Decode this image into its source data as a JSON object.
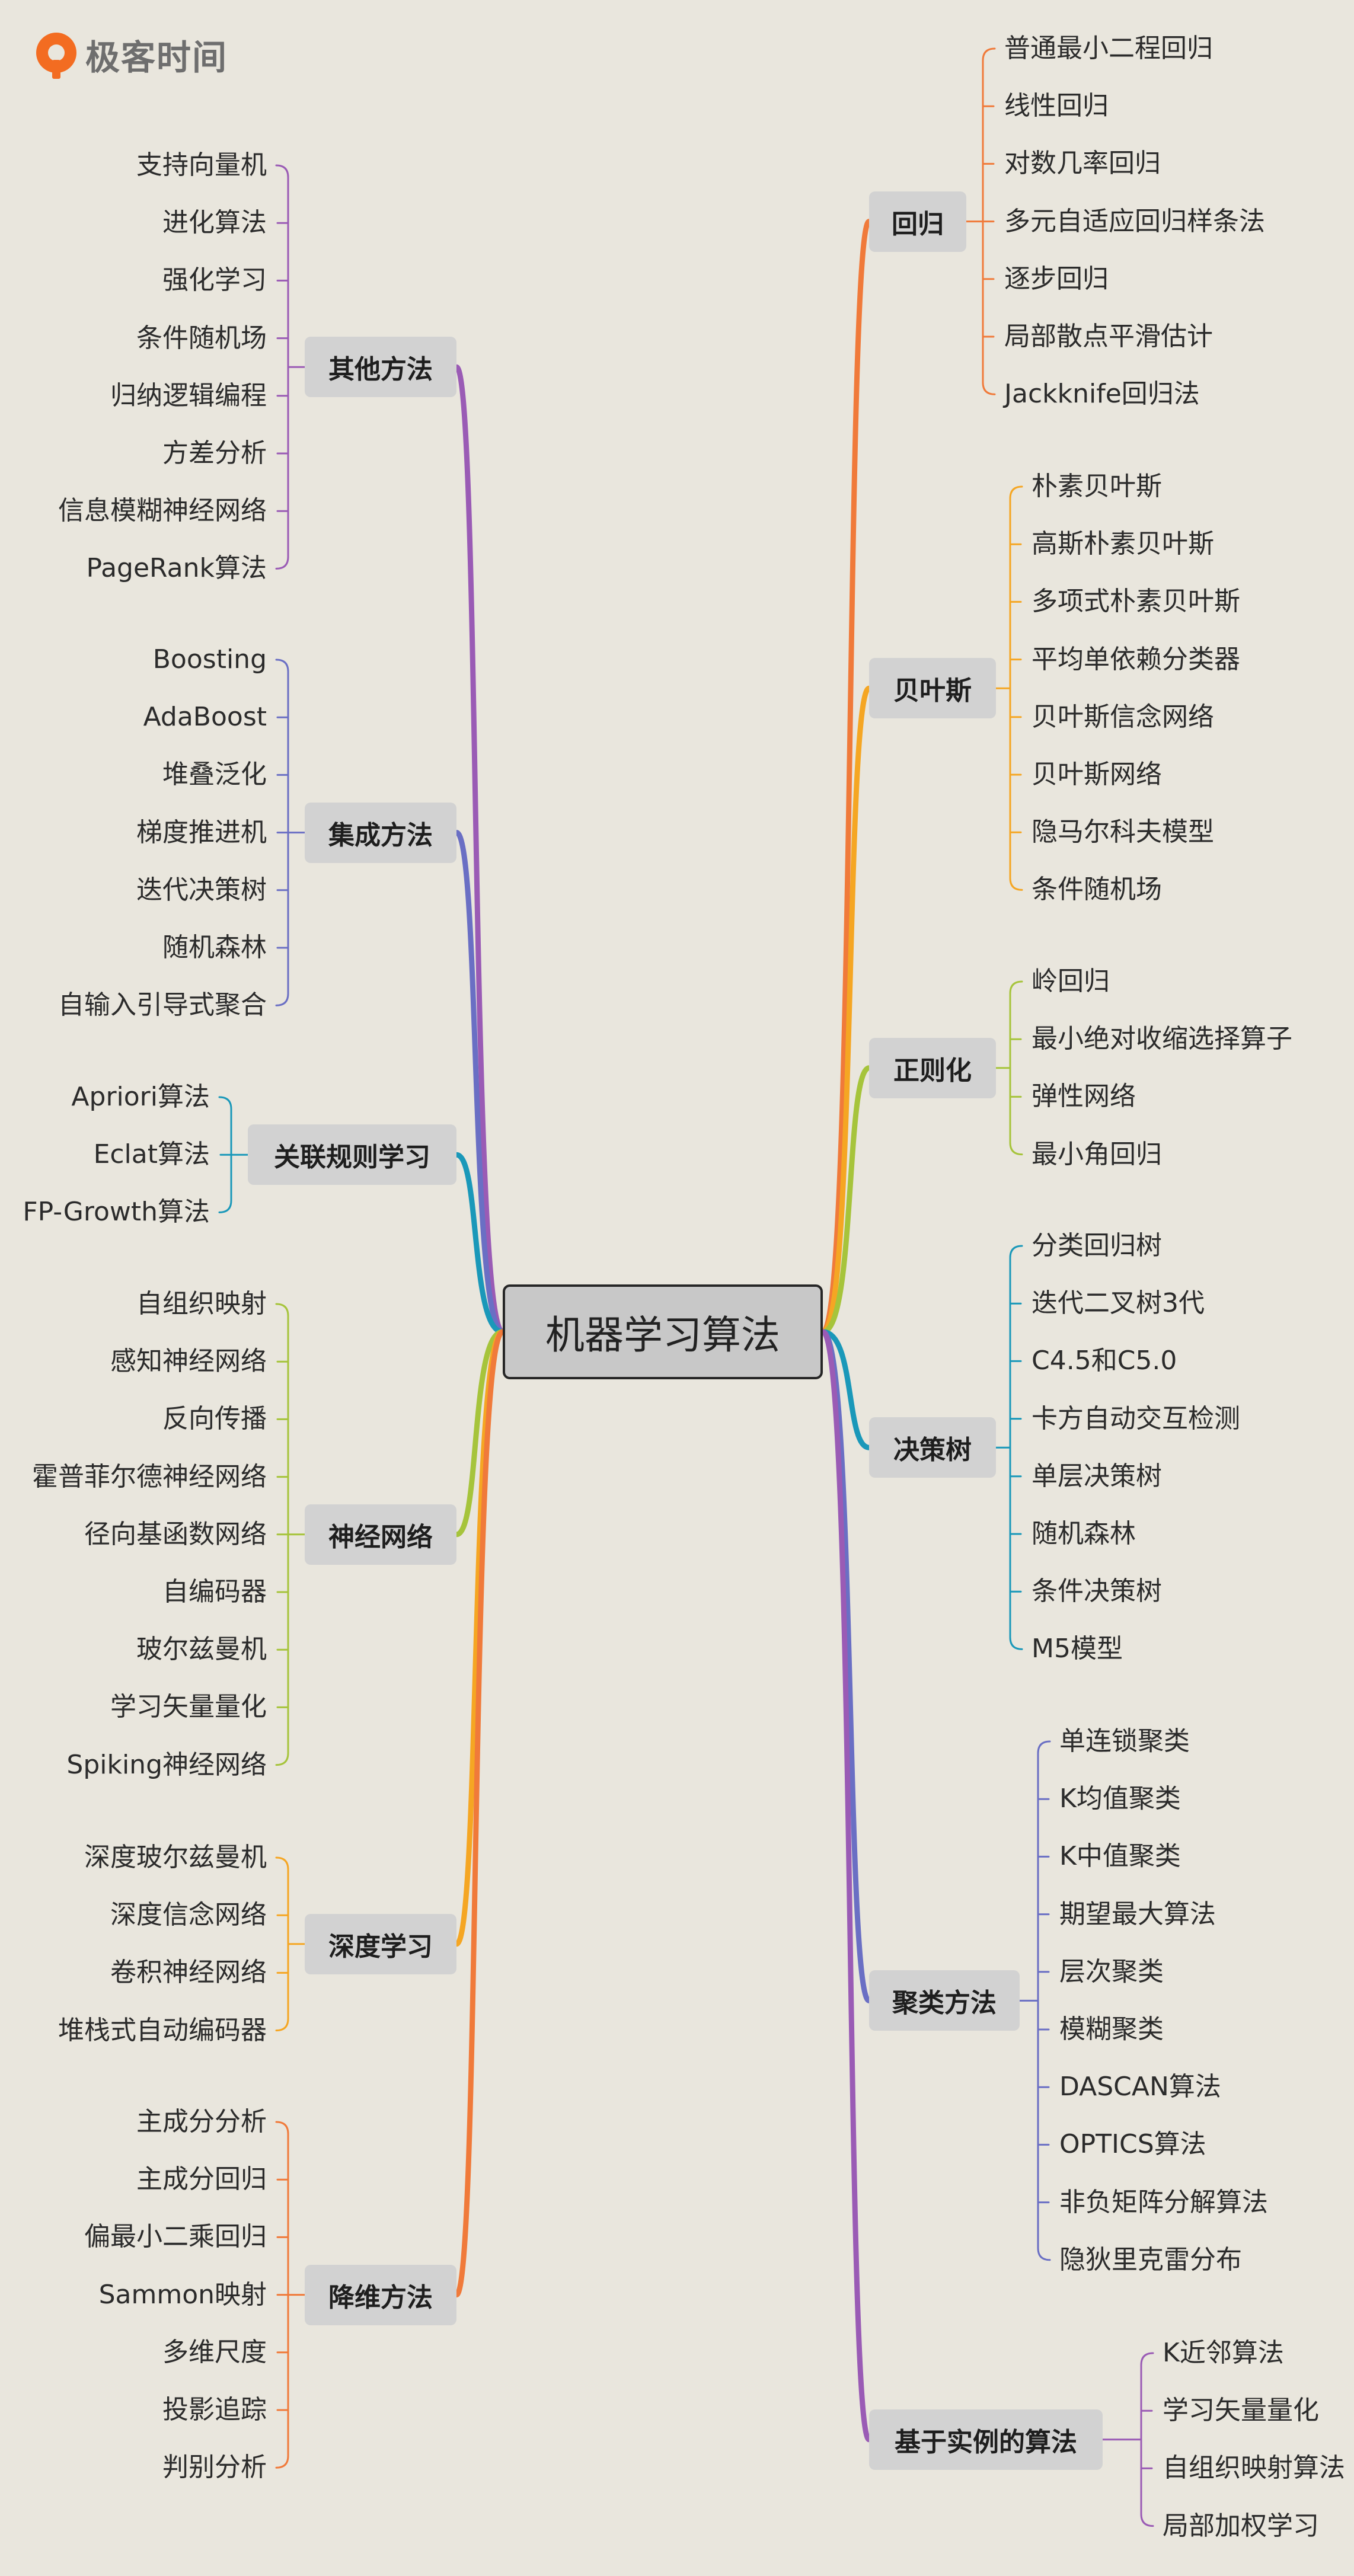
{
  "brand": {
    "name": "极客时间",
    "color": "#f36c21"
  },
  "root": {
    "label": "机器学习算法"
  },
  "branches": [
    {
      "label": "回归",
      "side": "right",
      "color": "#f07a3a",
      "leaves": [
        "普通最小二程回归",
        "线性回归",
        "对数几率回归",
        "多元自适应回归样条法",
        "逐步回归",
        "局部散点平滑估计",
        "Jackknife回归法"
      ]
    },
    {
      "label": "贝叶斯",
      "side": "right",
      "color": "#f5a623",
      "leaves": [
        "朴素贝叶斯",
        "高斯朴素贝叶斯",
        "多项式朴素贝叶斯",
        "平均单依赖分类器",
        "贝叶斯信念网络",
        "贝叶斯网络",
        "隐马尔科夫模型",
        "条件随机场"
      ]
    },
    {
      "label": "正则化",
      "side": "right",
      "color": "#a6c43b",
      "leaves": [
        "岭回归",
        "最小绝对收缩选择算子",
        "弹性网络",
        "最小角回归"
      ]
    },
    {
      "label": "决策树",
      "side": "right",
      "color": "#1a98b9",
      "leaves": [
        "分类回归树",
        "迭代二叉树3代",
        "C4.5和C5.0",
        "卡方自动交互检测",
        "单层决策树",
        "随机森林",
        "条件决策树",
        "M5模型"
      ]
    },
    {
      "label": "聚类方法",
      "side": "right",
      "color": "#6a6fc4",
      "leaves": [
        "单连锁聚类",
        "K均值聚类",
        "K中值聚类",
        "期望最大算法",
        "层次聚类",
        "模糊聚类",
        "DASCAN算法",
        "OPTICS算法",
        "非负矩阵分解算法",
        "隐狄里克雷分布"
      ]
    },
    {
      "label": "基于实例的算法",
      "side": "right",
      "color": "#9a5bb5",
      "leaves": [
        "K近邻算法",
        "学习矢量量化",
        "自组织映射算法",
        "局部加权学习"
      ]
    },
    {
      "label": "其他方法",
      "side": "left",
      "color": "#9a5bb5",
      "leaves": [
        "支持向量机",
        "进化算法",
        "强化学习",
        "条件随机场",
        "归纳逻辑编程",
        "方差分析",
        "信息模糊神经网络",
        "PageRank算法"
      ]
    },
    {
      "label": "集成方法",
      "side": "left",
      "color": "#6a6fc4",
      "leaves": [
        "Boosting",
        "AdaBoost",
        "堆叠泛化",
        "梯度推进机",
        "迭代决策树",
        "随机森林",
        "自输入引导式聚合"
      ]
    },
    {
      "label": "关联规则学习",
      "side": "left",
      "color": "#1a98b9",
      "leaves": [
        "Apriori算法",
        "Eclat算法",
        "FP-Growth算法"
      ]
    },
    {
      "label": "神经网络",
      "side": "left",
      "color": "#a6c43b",
      "leaves": [
        "自组织映射",
        "感知神经网络",
        "反向传播",
        "霍普菲尔德神经网络",
        "径向基函数网络",
        "自编码器",
        "玻尔兹曼机",
        "学习矢量量化",
        "Spiking神经网络"
      ]
    },
    {
      "label": "深度学习",
      "side": "left",
      "color": "#f5a623",
      "leaves": [
        "深度玻尔兹曼机",
        "深度信念网络",
        "卷积神经网络",
        "堆栈式自动编码器"
      ]
    },
    {
      "label": "降维方法",
      "side": "left",
      "color": "#f07a3a",
      "leaves": [
        "主成分分析",
        "主成分回归",
        "偏最小二乘回归",
        "Sammon映射",
        "多维尺度",
        "投影追踪",
        "判别分析"
      ]
    }
  ]
}
